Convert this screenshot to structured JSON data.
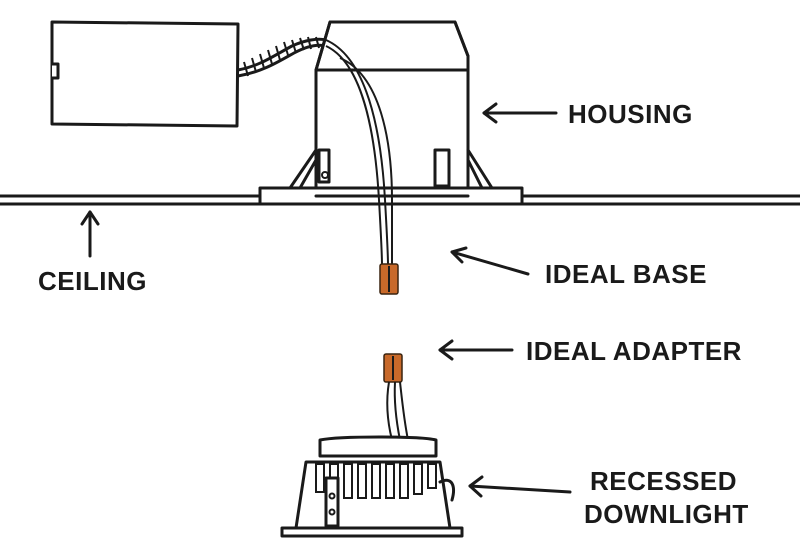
{
  "labels": {
    "housing": "HOUSING",
    "ceiling": "CEILING",
    "ideal_base": "IDEAL BASE",
    "ideal_adapter": "IDEAL ADAPTER",
    "recessed_line1": "RECESSED",
    "recessed_line2": "DOWNLIGHT"
  },
  "colors": {
    "line": "#1a1a1a",
    "connector": "#c8692a",
    "background": "#ffffff"
  }
}
